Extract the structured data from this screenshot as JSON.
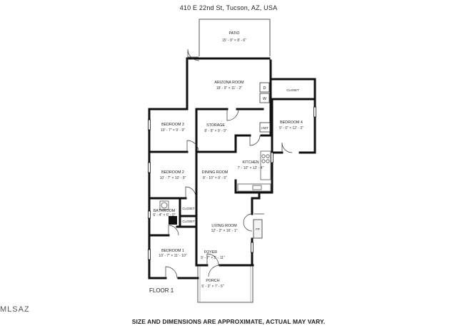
{
  "header": {
    "address": "410 E 22nd St, Tucson, AZ, USA"
  },
  "footer": {
    "disclaimer": "SIZE AND DIMENSIONS ARE APPROXIMATE, ACTUAL MAY VARY.",
    "floor": "FLOOR 1",
    "logo": "MLSAZ"
  },
  "rooms": {
    "patio": {
      "name": "PATIO",
      "dims": "15' - 9\" × 8' - 6\""
    },
    "arizona": {
      "name": "ARIZONA ROOM",
      "dims": "18' - 9\" × 11' - 2\""
    },
    "closet_b4": {
      "name": "CLOSET"
    },
    "bedroom4": {
      "name": "BEDROOM 4",
      "dims": "9' - 0\" × 12' - 3\""
    },
    "bedroom3": {
      "name": "BEDROOM 3",
      "dims": "10' - 7\" × 9' - 9\""
    },
    "storage": {
      "name": "STORAGE",
      "dims": "8' - 9\" × 9' - 9\""
    },
    "kitchen": {
      "name": "KITCHEN",
      "dims": "7' - 10\" × 13' - 4\""
    },
    "bedroom2": {
      "name": "BEDROOM 2",
      "dims": "10' - 7\" × 10' - 9\""
    },
    "dining": {
      "name": "DINING ROOM",
      "dims": "8' - 10\" × 9' - 5\""
    },
    "bathroom": {
      "name": "BATHROOM",
      "dims": "6' - 4\" × 6' - 0\""
    },
    "closet_bath": {
      "name": "CLOSET"
    },
    "closet_hall": {
      "name": "CLOSET"
    },
    "living": {
      "name": "LIVING ROOM",
      "dims": "12' - 2\" × 16' - 1\""
    },
    "bedroom1": {
      "name": "BEDROOM 1",
      "dims": "10' - 7\" × 11' - 10\""
    },
    "foyer": {
      "name": "FOYER",
      "dims": "5' - 7\" × 5' - 11\""
    },
    "porch": {
      "name": "PORCH",
      "dims": "5' - 3\" × 7' - 5\""
    }
  },
  "appliances": {
    "dryer": "D",
    "washer": "W",
    "water_heater": "HWT",
    "fireplace": "FP"
  }
}
